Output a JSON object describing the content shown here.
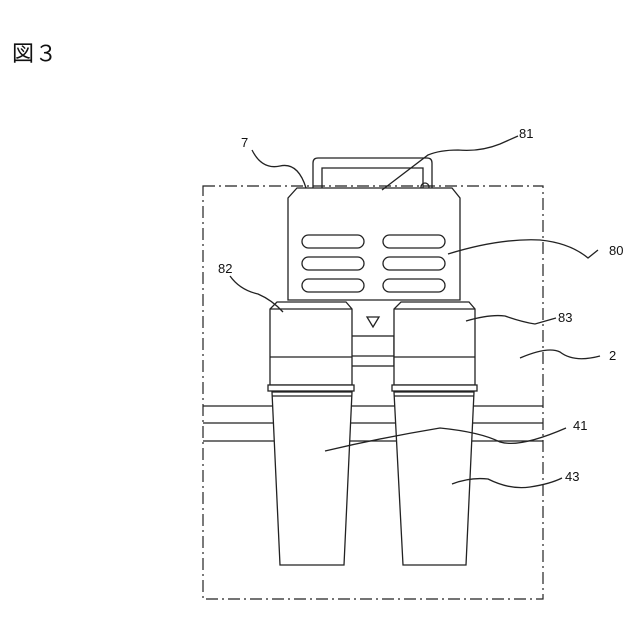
{
  "figure": {
    "title": "図３"
  },
  "labels": {
    "l7": "7",
    "l81": "81",
    "l80": "80",
    "l82": "82",
    "l83": "83",
    "l2": "2",
    "l41": "41",
    "l43": "43"
  }
}
